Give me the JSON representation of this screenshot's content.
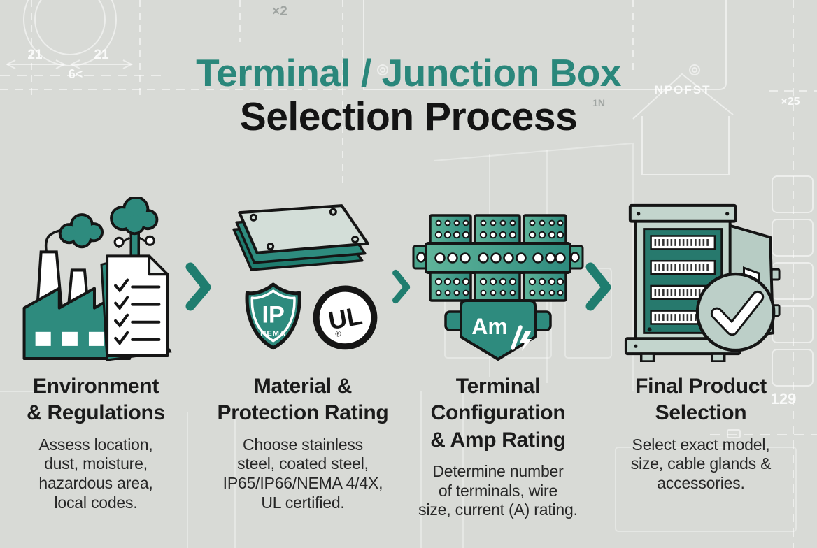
{
  "title": {
    "line1": "Terminal / Junction Box",
    "line2": "Selection Process"
  },
  "colors": {
    "accent_teal": "#2E8B7E",
    "arrow_teal": "#1F7D6F",
    "title_teal": "#2A877B",
    "heading_black": "#1B1B1B",
    "background_gray": "#D8DAD6",
    "sage_panel": "#C3D5CD"
  },
  "steps": [
    {
      "icon": "factory-tree-checklist-icon",
      "heading": "Environment\n& Regulations",
      "body": "Assess location,\ndust, moisture,\nhazardous area,\nlocal codes."
    },
    {
      "icon": "metal-plates-ip-ul-icon",
      "heading": "Material &\nProtection Rating",
      "body": "Choose stainless\nsteel, coated steel,\nIP65/IP66/NEMA 4/4X,\nUL certified.",
      "badges": {
        "ip": "IP",
        "nema": "NEMA",
        "ul": "UL",
        "reg": "®"
      }
    },
    {
      "icon": "terminal-blocks-amp-icon",
      "heading": "Terminal\nConfiguration\n& Amp Rating",
      "body": "Determine number\nof terminals, wire\nsize, current (A) rating.",
      "badges": {
        "amp": "Am"
      }
    },
    {
      "icon": "junction-box-check-icon",
      "heading": "Final Product\nSelection",
      "body": "Select exact model,\nsize, cable glands &\naccessories."
    }
  ],
  "bg": {
    "dim_left": "21",
    "dim_right": "21",
    "six_mark": "6<",
    "times2": "×2",
    "npofst": "NPOFST",
    "one_n": "1N",
    "x25": "×25",
    "num129": "129"
  }
}
